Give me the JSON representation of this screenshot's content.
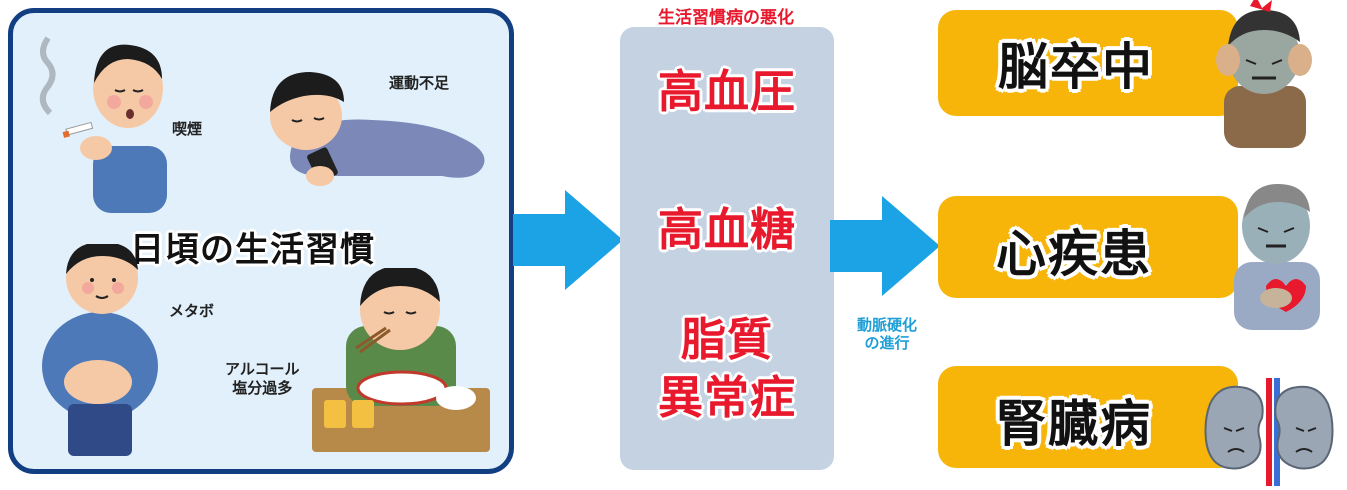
{
  "lifestyle": {
    "title": "日頃の生活習慣",
    "habits": {
      "smoking": "喫煙",
      "exercise": "運動不足",
      "metabo": "メタボ",
      "alcohol_line1": "アルコール",
      "alcohol_line2": "塩分過多"
    }
  },
  "worsening": {
    "header": "生活習慣病の悪化",
    "terms": {
      "hypertension": "高血圧",
      "hyperglycemia": "高血糖",
      "dyslipidemia_line1": "脂質",
      "dyslipidemia_line2": "異常症"
    }
  },
  "progression": {
    "line1": "動脈硬化",
    "line2": "の進行"
  },
  "diseases": {
    "stroke": "脳卒中",
    "heart": "心疾患",
    "kidney": "腎臓病"
  },
  "colors": {
    "panel_border": "#123e82",
    "panel_fill": "#e1f0fb",
    "accent_red": "#e8192c",
    "arrow_blue": "#1ba3e6",
    "disease_yellow": "#f7b50a",
    "middle_gray": "#c4d2e2"
  },
  "icons": [
    "smoking-man-icon",
    "lying-man-phone-icon",
    "overweight-man-icon",
    "eating-man-icon",
    "headache-man-icon",
    "chest-pain-man-icon",
    "kidney-icon",
    "arrow-right-icon"
  ]
}
